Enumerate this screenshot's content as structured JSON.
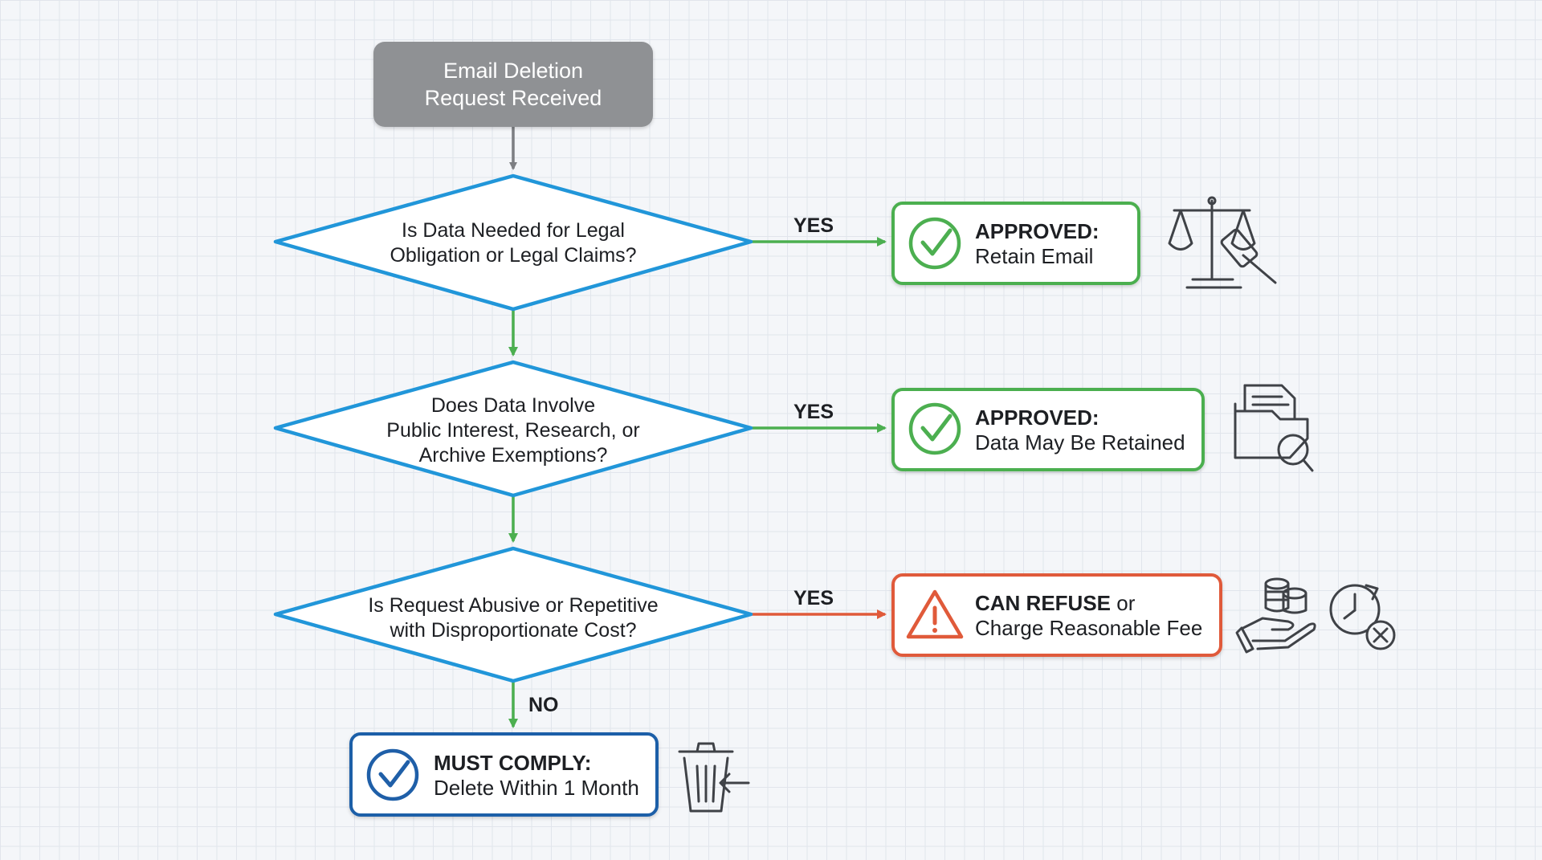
{
  "start": {
    "line1": "Email Deletion",
    "line2": "Request Received"
  },
  "decisions": [
    {
      "lines": [
        "Is Data Needed for Legal",
        "Obligation or Legal Claims?"
      ]
    },
    {
      "lines": [
        "Does Data Involve",
        "Public Interest, Research, or",
        "Archive Exemptions?"
      ]
    },
    {
      "lines": [
        "Is Request Abusive or Repetitive",
        "with Disproportionate Cost?"
      ]
    }
  ],
  "outcomes": [
    {
      "title": "APPROVED:",
      "title_suffix": "",
      "subtitle": "Retain Email",
      "color": "#4caf50",
      "icon": "check-circle-icon",
      "side_icon": "scales-gavel-icon"
    },
    {
      "title": "APPROVED:",
      "title_suffix": "",
      "subtitle": "Data May Be Retained",
      "color": "#4caf50",
      "icon": "check-circle-icon",
      "side_icon": "document-search-icon"
    },
    {
      "title": "CAN REFUSE",
      "title_suffix": " or",
      "subtitle": "Charge Reasonable Fee",
      "color": "#e05a3a",
      "icon": "warning-triangle-icon",
      "side_icon": "coins-hand-clock-icon"
    }
  ],
  "final": {
    "title": "MUST COMPLY:",
    "subtitle": "Delete Within 1 Month",
    "color": "#1f5fa8",
    "icon": "check-circle-icon",
    "side_icon": "trash-bin-icon"
  },
  "edge_labels": {
    "yes": "YES",
    "no": "NO"
  },
  "colors": {
    "start_fill": "#8f9194",
    "diamond_stroke": "#2196d9",
    "arrow_gray": "#7d7f83",
    "arrow_green": "#4caf50",
    "arrow_red": "#e05a3a"
  }
}
